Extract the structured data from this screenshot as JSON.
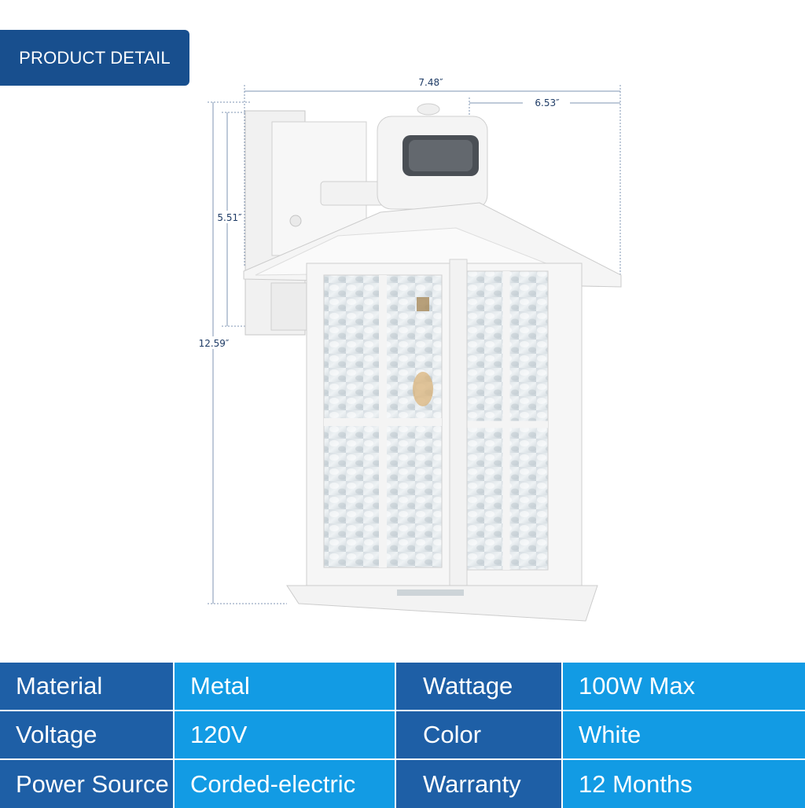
{
  "header": {
    "title": "PRODUCT DETAIL"
  },
  "dimensions": {
    "width": "7.48″",
    "depth": "6.53″",
    "extension": "5.51″",
    "height": "12.59″"
  },
  "colors": {
    "label_bg": "#1e5fa6",
    "value_bg": "#129be4",
    "banner_bg": "#184f8e"
  },
  "specs": [
    {
      "label": "Material",
      "value": "Metal",
      "label2": "Wattage",
      "value2": "100W Max"
    },
    {
      "label": "Voltage",
      "value": "120V",
      "label2": "Color",
      "value2": "White"
    },
    {
      "label": "Power Source",
      "value": "Corded-electric",
      "label2": "Warranty",
      "value2": "12 Months"
    }
  ]
}
